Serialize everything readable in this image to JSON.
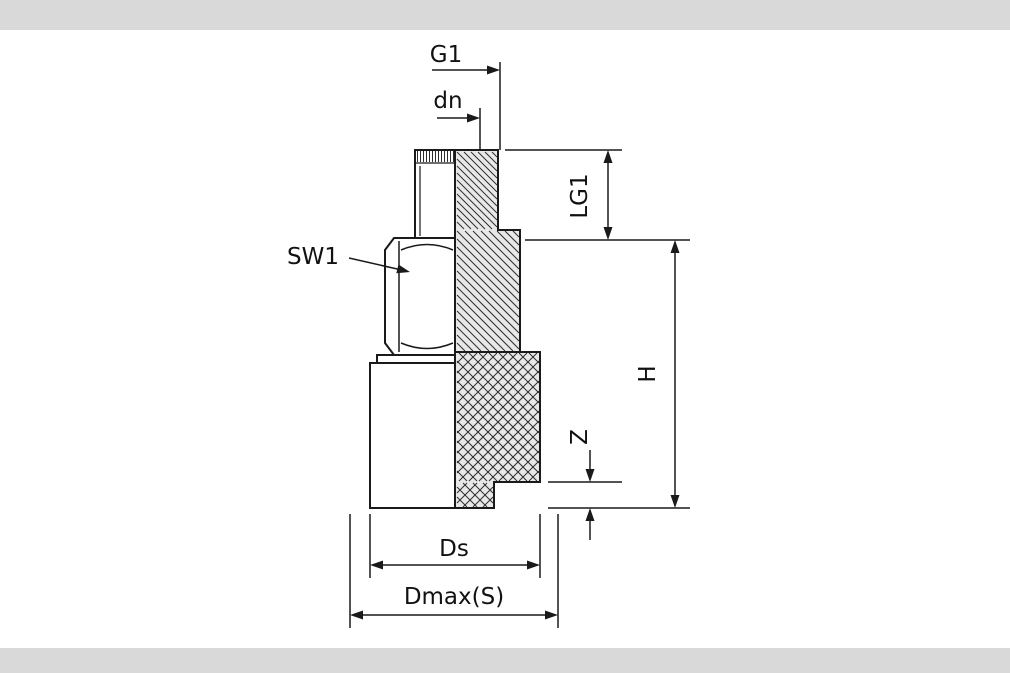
{
  "drawing": {
    "dimension_labels": {
      "g1": "G1",
      "dn": "dn",
      "sw1": "SW1",
      "lg1": "LG1",
      "h": "H",
      "z": "Z",
      "ds": "Ds",
      "dmax_s": "Dmax(S)"
    },
    "colors": {
      "canvas_background": "#ffffff",
      "border_band": "#d9d9d9",
      "line": "#1a1a1a",
      "section_fill": "#e8e8e8"
    }
  }
}
